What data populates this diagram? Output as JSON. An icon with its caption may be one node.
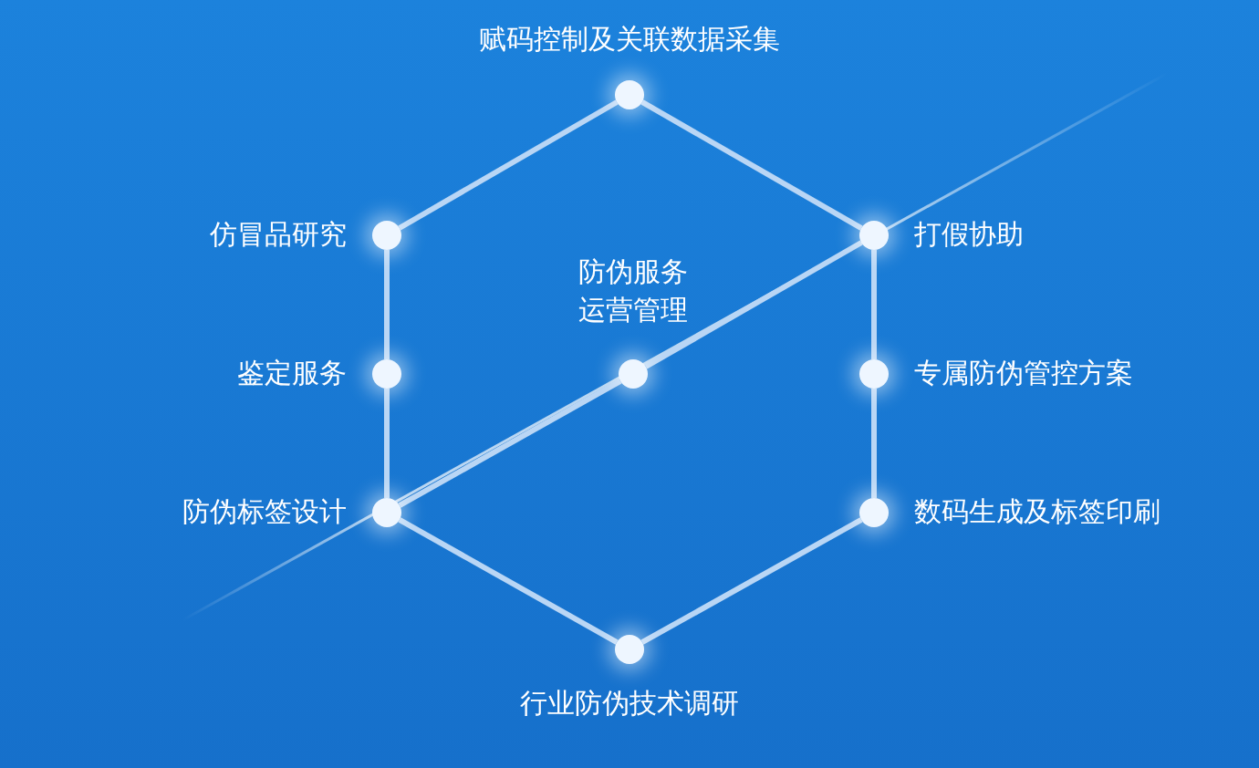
{
  "diagram": {
    "nodes": [
      {
        "text": [],
        "shape": "circle",
        "beside": [
          "赋码控制及关联数据采集"
        ]
      },
      {
        "text": [],
        "shape": "circle",
        "beside": [
          "仿冒品研究"
        ]
      },
      {
        "text": [],
        "shape": "circle",
        "beside": [
          "打假协助"
        ]
      },
      {
        "text": [],
        "shape": "circle",
        "beside": [
          "鉴定服务"
        ]
      },
      {
        "text": [],
        "shape": "circle",
        "beside": [
          "防伪服务运营管理"
        ]
      },
      {
        "text": [],
        "shape": "circle",
        "beside": [
          "专属防伪管控方案"
        ]
      },
      {
        "text": [],
        "shape": "circle",
        "beside": [
          "防伪标签设计"
        ]
      },
      {
        "text": [],
        "shape": "circle",
        "beside": [
          "数码生成及标签印刷"
        ]
      },
      {
        "text": [],
        "shape": "circle",
        "beside": [
          "行业防伪技术调研"
        ]
      }
    ],
    "edges": [
      {
        "from": 0,
        "to": 2,
        "arrow": "none"
      },
      {
        "from": 2,
        "to": 5,
        "arrow": "none"
      },
      {
        "from": 5,
        "to": 7,
        "arrow": "none"
      },
      {
        "from": 7,
        "to": 8,
        "arrow": "none"
      },
      {
        "from": 8,
        "to": 6,
        "arrow": "none"
      },
      {
        "from": 6,
        "to": 3,
        "arrow": "none"
      },
      {
        "from": 3,
        "to": 1,
        "arrow": "none"
      },
      {
        "from": 1,
        "to": 0,
        "arrow": "none"
      },
      {
        "from": 6,
        "to": 4,
        "arrow": "none"
      },
      {
        "from": 4,
        "to": 2,
        "arrow": "none"
      }
    ]
  }
}
